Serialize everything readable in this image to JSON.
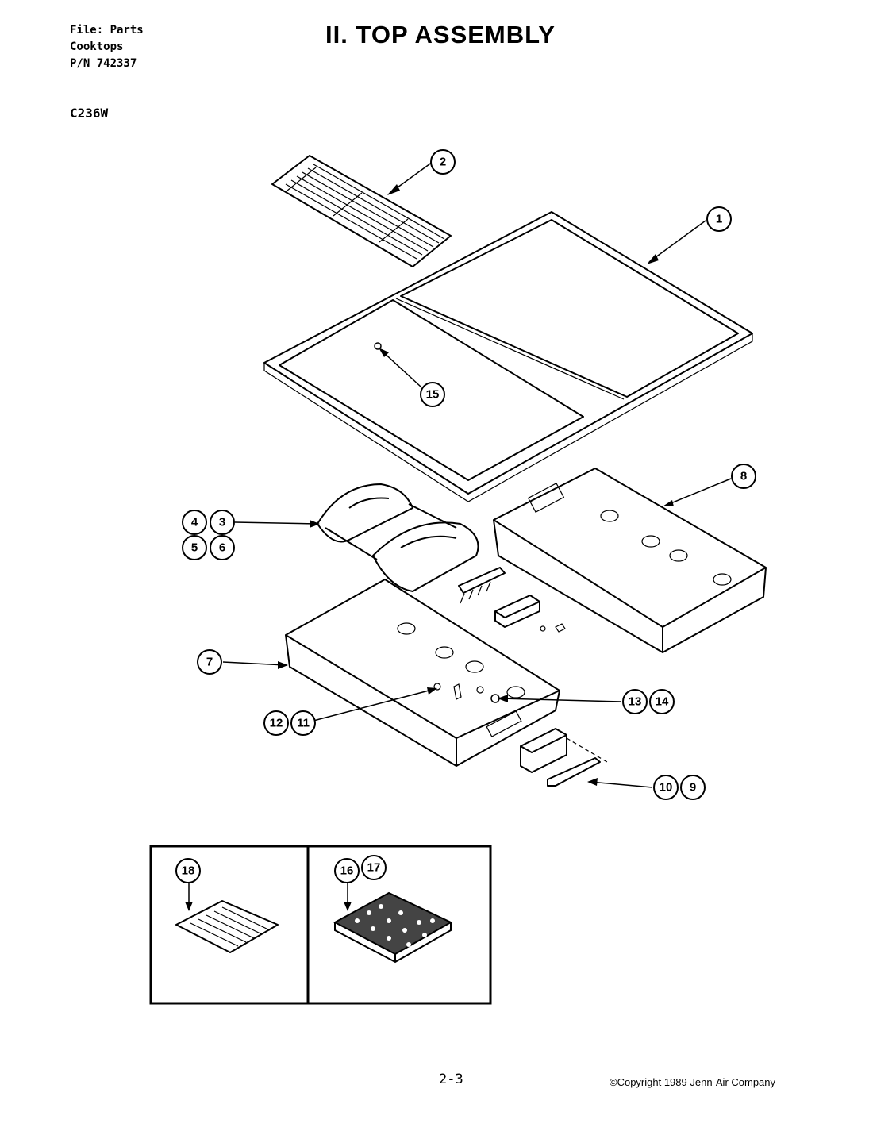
{
  "header": {
    "file_line": "File: Parts",
    "category_line": "Cooktops",
    "part_number_line": "P/N 742337",
    "title": "II. TOP ASSEMBLY",
    "model": "C236W"
  },
  "callouts": {
    "c1": "1",
    "c2": "2",
    "c3": "3",
    "c4": "4",
    "c5": "5",
    "c6": "6",
    "c7": "7",
    "c8": "8",
    "c9": "9",
    "c10": "10",
    "c11": "11",
    "c12": "12",
    "c13": "13",
    "c14": "14",
    "c15": "15",
    "c16": "16",
    "c17": "17",
    "c18": "18"
  },
  "footer": {
    "page_number": "2-3",
    "copyright": "©Copyright 1989 Jenn-Air Company"
  }
}
